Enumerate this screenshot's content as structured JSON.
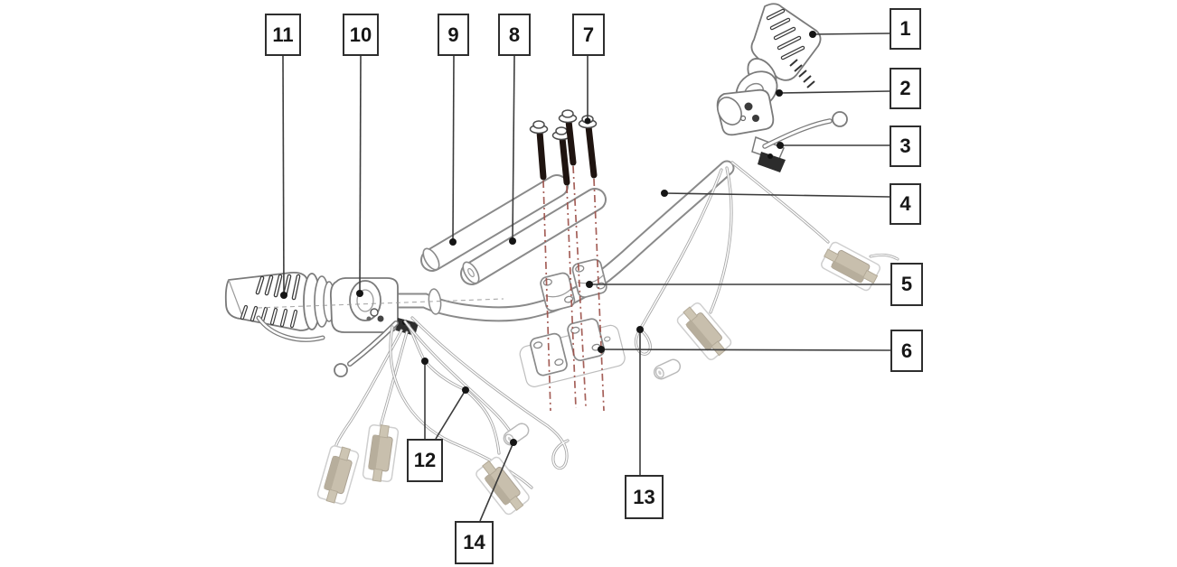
{
  "figure": {
    "type": "exploded-parts-diagram",
    "subject": "handlebar-assembly"
  },
  "callouts": [
    {
      "number": "1"
    },
    {
      "number": "2"
    },
    {
      "number": "3"
    },
    {
      "number": "4"
    },
    {
      "number": "5"
    },
    {
      "number": "6"
    },
    {
      "number": "7"
    },
    {
      "number": "8"
    },
    {
      "number": "9"
    },
    {
      "number": "10"
    },
    {
      "number": "11"
    },
    {
      "number": "12"
    },
    {
      "number": "13"
    },
    {
      "number": "14"
    }
  ],
  "colors": {
    "background": "#ffffff",
    "line_art": "#7a7a7a",
    "leader_line": "#3c3c3c",
    "callout_border": "#2e2e2e",
    "bolt_shaft": "#1f1410",
    "alignment_line_red": "#9c4f48",
    "connector_tan": "#c8bfad"
  }
}
